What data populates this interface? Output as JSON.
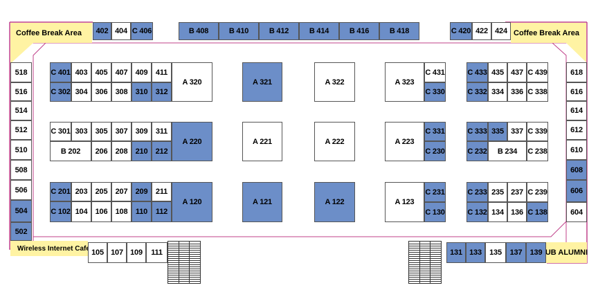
{
  "colors": {
    "selected_booth": "#6c8ec8",
    "booth": "#ffffff",
    "lounge": "#fff3a3",
    "outline": "#c0408a"
  },
  "areas": {
    "coffee_left": "Coffee Break Area",
    "coffee_right": "Coffee Break Area",
    "wifi": "Wireless Internet Cafe",
    "alumni": "UB ALUMNI"
  },
  "booths": [
    {
      "label": "402",
      "sel": true
    },
    {
      "label": "404",
      "sel": false
    },
    {
      "label": "C 406",
      "sel": true
    },
    {
      "label": "B 408",
      "sel": true
    },
    {
      "label": "B 410",
      "sel": true
    },
    {
      "label": "B 412",
      "sel": true
    },
    {
      "label": "B 414",
      "sel": true
    },
    {
      "label": "B 416",
      "sel": true
    },
    {
      "label": "B 418",
      "sel": true
    },
    {
      "label": "C 420",
      "sel": true
    },
    {
      "label": "422",
      "sel": false
    },
    {
      "label": "424",
      "sel": false
    },
    {
      "label": "518",
      "sel": false
    },
    {
      "label": "516",
      "sel": false
    },
    {
      "label": "514",
      "sel": false
    },
    {
      "label": "512",
      "sel": false
    },
    {
      "label": "510",
      "sel": false
    },
    {
      "label": "508",
      "sel": false
    },
    {
      "label": "506",
      "sel": false
    },
    {
      "label": "504",
      "sel": true
    },
    {
      "label": "502",
      "sel": true
    },
    {
      "label": "618",
      "sel": false
    },
    {
      "label": "616",
      "sel": false
    },
    {
      "label": "614",
      "sel": false
    },
    {
      "label": "612",
      "sel": false
    },
    {
      "label": "610",
      "sel": false
    },
    {
      "label": "608",
      "sel": true
    },
    {
      "label": "606",
      "sel": true
    },
    {
      "label": "604",
      "sel": false
    },
    {
      "label": "C 401",
      "sel": true
    },
    {
      "label": "403",
      "sel": false
    },
    {
      "label": "405",
      "sel": false
    },
    {
      "label": "407",
      "sel": false
    },
    {
      "label": "409",
      "sel": false
    },
    {
      "label": "411",
      "sel": false
    },
    {
      "label": "C 302",
      "sel": true
    },
    {
      "label": "304",
      "sel": false
    },
    {
      "label": "306",
      "sel": false
    },
    {
      "label": "308",
      "sel": false
    },
    {
      "label": "310",
      "sel": true
    },
    {
      "label": "312",
      "sel": true
    },
    {
      "label": "A 320",
      "sel": false
    },
    {
      "label": "C 301",
      "sel": false
    },
    {
      "label": "303",
      "sel": false
    },
    {
      "label": "305",
      "sel": false
    },
    {
      "label": "307",
      "sel": false
    },
    {
      "label": "309",
      "sel": false
    },
    {
      "label": "311",
      "sel": false
    },
    {
      "label": "B 202",
      "sel": false
    },
    {
      "label": "206",
      "sel": false
    },
    {
      "label": "208",
      "sel": false
    },
    {
      "label": "210",
      "sel": true
    },
    {
      "label": "212",
      "sel": true
    },
    {
      "label": "A 220",
      "sel": true
    },
    {
      "label": "C 201",
      "sel": true
    },
    {
      "label": "203",
      "sel": false
    },
    {
      "label": "205",
      "sel": false
    },
    {
      "label": "207",
      "sel": false
    },
    {
      "label": "209",
      "sel": true
    },
    {
      "label": "211",
      "sel": false
    },
    {
      "label": "C 102",
      "sel": true
    },
    {
      "label": "104",
      "sel": false
    },
    {
      "label": "106",
      "sel": false
    },
    {
      "label": "108",
      "sel": false
    },
    {
      "label": "110",
      "sel": true
    },
    {
      "label": "112",
      "sel": true
    },
    {
      "label": "A 120",
      "sel": true
    },
    {
      "label": "A 321",
      "sel": true
    },
    {
      "label": "A 322",
      "sel": false
    },
    {
      "label": "A 221",
      "sel": false
    },
    {
      "label": "A 222",
      "sel": false
    },
    {
      "label": "A 121",
      "sel": true
    },
    {
      "label": "A 122",
      "sel": true
    },
    {
      "label": "A 323",
      "sel": false
    },
    {
      "label": "C 431",
      "sel": false
    },
    {
      "label": "C 330",
      "sel": true
    },
    {
      "label": "A 223",
      "sel": false
    },
    {
      "label": "C 331",
      "sel": true
    },
    {
      "label": "C 230",
      "sel": true
    },
    {
      "label": "A 123",
      "sel": false
    },
    {
      "label": "C 231",
      "sel": true
    },
    {
      "label": "C 130",
      "sel": true
    },
    {
      "label": "C 433",
      "sel": true
    },
    {
      "label": "435",
      "sel": false
    },
    {
      "label": "437",
      "sel": false
    },
    {
      "label": "C 439",
      "sel": false
    },
    {
      "label": "C 332",
      "sel": true
    },
    {
      "label": "334",
      "sel": false
    },
    {
      "label": "336",
      "sel": false
    },
    {
      "label": "C 338",
      "sel": false
    },
    {
      "label": "C 333",
      "sel": true
    },
    {
      "label": "335",
      "sel": true
    },
    {
      "label": "337",
      "sel": false
    },
    {
      "label": "C 339",
      "sel": false
    },
    {
      "label": "C 232",
      "sel": true
    },
    {
      "label": "B 234",
      "sel": false
    },
    {
      "label": "C 238",
      "sel": false
    },
    {
      "label": "C 233",
      "sel": true
    },
    {
      "label": "235",
      "sel": false
    },
    {
      "label": "237",
      "sel": false
    },
    {
      "label": "C 239",
      "sel": false
    },
    {
      "label": "C 132",
      "sel": true
    },
    {
      "label": "134",
      "sel": false
    },
    {
      "label": "136",
      "sel": false
    },
    {
      "label": "C 138",
      "sel": true
    },
    {
      "label": "105",
      "sel": false
    },
    {
      "label": "107",
      "sel": false
    },
    {
      "label": "109",
      "sel": false
    },
    {
      "label": "111",
      "sel": false
    },
    {
      "label": "131",
      "sel": true
    },
    {
      "label": "133",
      "sel": true
    },
    {
      "label": "135",
      "sel": false
    },
    {
      "label": "137",
      "sel": true
    },
    {
      "label": "139",
      "sel": true
    }
  ]
}
